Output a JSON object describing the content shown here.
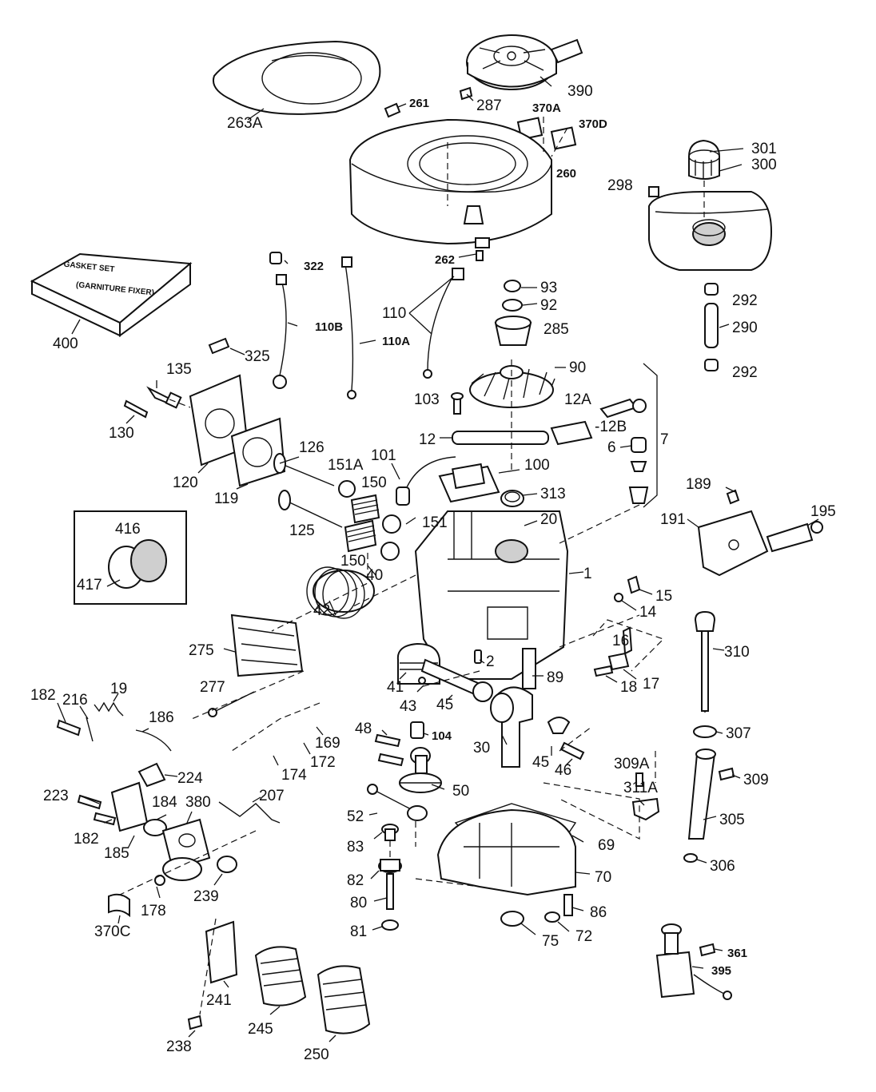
{
  "gasket_set": {
    "line1": "GASKET SET",
    "line2": "(GARNITURE FIXER)"
  },
  "callouts": {
    "c263A": "263A",
    "c261": "261",
    "c287": "287",
    "c390": "390",
    "c370A": "370A",
    "c370D": "370D",
    "c260": "260",
    "c301": "301",
    "c300": "300",
    "c298": "298",
    "c322": "322",
    "c262": "262",
    "c93": "93",
    "c92": "92",
    "c110": "110",
    "c285": "285",
    "c292a": "292",
    "c290": "290",
    "c292b": "292",
    "c400": "400",
    "c110B": "110B",
    "c110A": "110A",
    "c325": "325",
    "c90": "90",
    "c135": "135",
    "c103": "103",
    "c12A": "12A",
    "c130": "130",
    "c12": "12",
    "c12B": "-12B",
    "c6": "6",
    "c7": "7",
    "c126": "126",
    "c151A": "151A",
    "c101": "101",
    "c100": "100",
    "c120": "120",
    "c119": "119",
    "c150a": "150",
    "c313": "313",
    "c189": "189",
    "c195": "195",
    "c191": "191",
    "c416": "416",
    "c125": "125",
    "c151": "151",
    "c20": "20",
    "c150b": "150",
    "c417": "417",
    "c40": "40",
    "c1": "1",
    "c15": "15",
    "c42": "42",
    "c14": "14",
    "c275": "275",
    "c16": "16",
    "c2": "2",
    "c310": "310",
    "c89": "89",
    "c41": "41",
    "c18": "18",
    "c17": "17",
    "c277": "277",
    "c43": "43",
    "c45a": "45",
    "c182a": "182",
    "c216": "216",
    "c19": "19",
    "c186": "186",
    "c48": "48",
    "c104": "104",
    "c169": "169",
    "c30": "30",
    "c307": "307",
    "c172": "172",
    "c45b": "45",
    "c46": "46",
    "c309A": "309A",
    "c174": "174",
    "c224": "224",
    "c309": "309",
    "c223": "223",
    "c207": "207",
    "c50": "50",
    "c311A": "311A",
    "c184": "184",
    "c380": "380",
    "c52": "52",
    "c182b": "182",
    "c305": "305",
    "c185": "185",
    "c83": "83",
    "c69": "69",
    "c306": "306",
    "c82": "82",
    "c70": "70",
    "c178": "178",
    "c239": "239",
    "c80": "80",
    "c86": "86",
    "c370C": "370C",
    "c81": "81",
    "c75": "75",
    "c72": "72",
    "c361": "361",
    "c395": "395",
    "c241": "241",
    "c245": "245",
    "c238": "238",
    "c250": "250"
  }
}
